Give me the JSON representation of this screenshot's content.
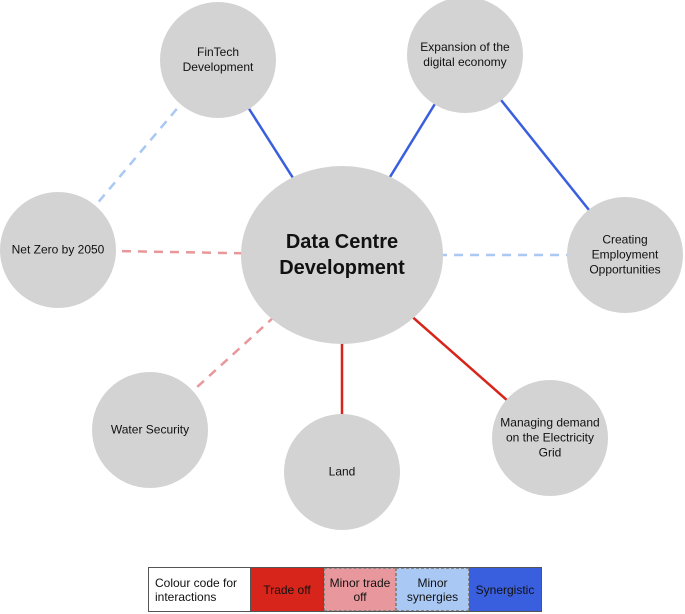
{
  "center": {
    "label": "Data Centre Development"
  },
  "nodes": [
    {
      "id": "fintech",
      "label": "FinTech Development"
    },
    {
      "id": "digital",
      "label": "Expansion of the digital economy"
    },
    {
      "id": "netzero",
      "label": "Net Zero by 2050"
    },
    {
      "id": "employment",
      "label": "Creating Employment Opportunities"
    },
    {
      "id": "water",
      "label": "Water Security"
    },
    {
      "id": "land",
      "label": "Land"
    },
    {
      "id": "grid",
      "label": "Managing demand on the Electricity Grid"
    }
  ],
  "edges": [
    {
      "from": "fintech",
      "to": "center",
      "type": "synergistic"
    },
    {
      "from": "fintech",
      "to": "netzero",
      "type": "minor_synergies"
    },
    {
      "from": "digital",
      "to": "center",
      "type": "synergistic"
    },
    {
      "from": "digital",
      "to": "employment",
      "type": "synergistic"
    },
    {
      "from": "netzero",
      "to": "center",
      "type": "minor_trade_off"
    },
    {
      "from": "center",
      "to": "employment",
      "type": "minor_synergies"
    },
    {
      "from": "water",
      "to": "center",
      "type": "minor_trade_off"
    },
    {
      "from": "land",
      "to": "center",
      "type": "trade_off"
    },
    {
      "from": "grid",
      "to": "center",
      "type": "trade_off"
    }
  ],
  "legend": {
    "title": "Colour code for interactions",
    "items": [
      {
        "type": "trade_off",
        "label": "Trade off",
        "color": "#d7251b"
      },
      {
        "type": "minor_trade_off",
        "label": "Minor trade off",
        "color": "#e8989c"
      },
      {
        "type": "minor_synergies",
        "label": "Minor synergies",
        "color": "#a9c8f3"
      },
      {
        "type": "synergistic",
        "label": "Synergistic",
        "color": "#3a5fde"
      }
    ]
  },
  "colors": {
    "node_fill": "#d3d3d3"
  }
}
